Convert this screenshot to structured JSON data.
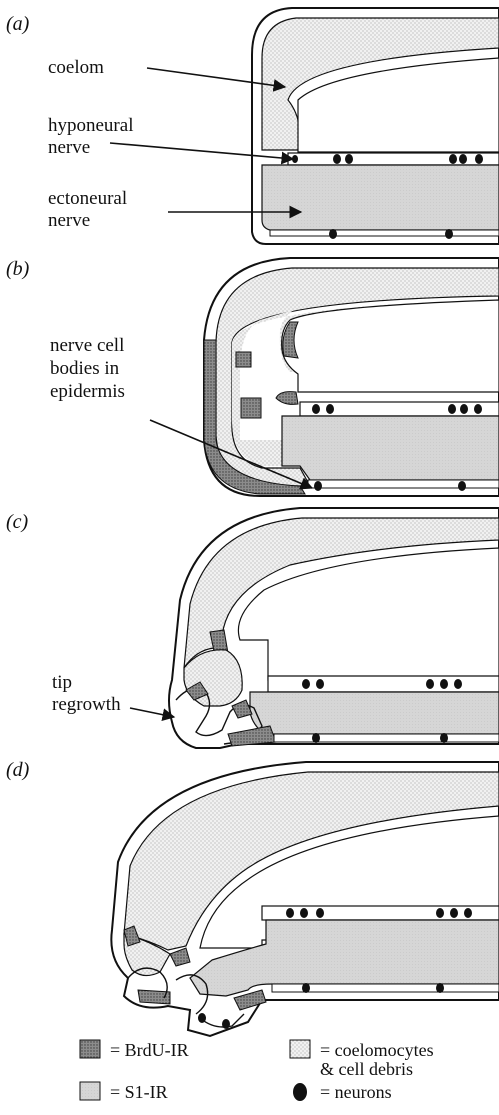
{
  "panels": [
    {
      "label": "(a)"
    },
    {
      "label": "(b)"
    },
    {
      "label": "(c)"
    },
    {
      "label": "(d)"
    }
  ],
  "annotations": {
    "coelom": "coelom",
    "hyponeural_1": "hyponeural",
    "hyponeural_2": "nerve",
    "ectoneural_1": "ectoneural",
    "ectoneural_2": "nerve",
    "nerve_cell_1": "nerve cell",
    "nerve_cell_2": "bodies in",
    "nerve_cell_3": "epidermis",
    "tip_1": "tip",
    "tip_2": "regrowth"
  },
  "legend": {
    "brdu": "= BrdU-IR",
    "s1": "= S1-IR",
    "coelo_1": "= coelomocytes",
    "coelo_2": "& cell debris",
    "neurons": "= neurons"
  }
}
